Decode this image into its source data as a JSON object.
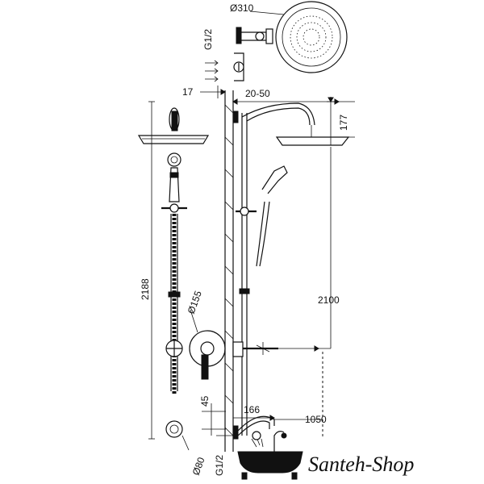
{
  "dimensions": {
    "head_diameter": "Ø310",
    "inlet_thread_top": "G1/2",
    "offset_17": "17",
    "range_20_50": "20-50",
    "drop_177": "177",
    "total_height": "2188",
    "handle_diameter": "Ø155",
    "head_height": "2100",
    "spout_45": "45",
    "spout_166": "166",
    "spout_height": "1050",
    "escutcheon_diameter": "Ø80",
    "inlet_thread_bottom": "G1/2"
  },
  "brand": {
    "name": "Santeh-Shop"
  }
}
